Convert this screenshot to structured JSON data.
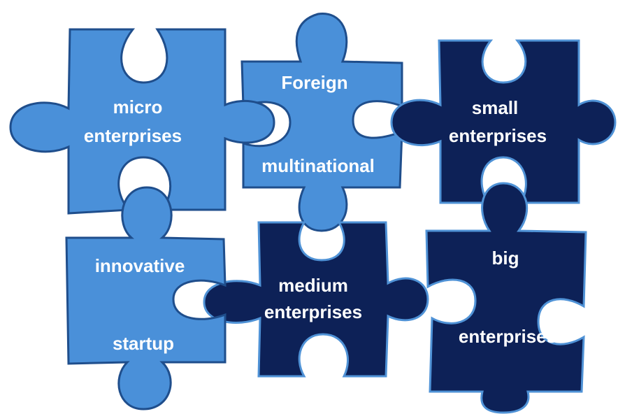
{
  "colors": {
    "light_piece": "#4a90d9",
    "light_outline": "#1f4e8c",
    "dark_piece": "#0d2157",
    "dark_outline": "#4f92d6",
    "text": "#ffffff"
  },
  "pieces": {
    "micro": {
      "line1": "micro",
      "line2": "enterprises"
    },
    "foreign": {
      "line1": "Foreign",
      "line2": "multinational"
    },
    "small": {
      "line1": "small",
      "line2": "enterprises"
    },
    "innovative": {
      "line1": "innovative",
      "line2": "startup"
    },
    "medium": {
      "line1": "medium",
      "line2": "enterprises"
    },
    "big": {
      "line1": "big",
      "line2": "enterprises"
    }
  }
}
